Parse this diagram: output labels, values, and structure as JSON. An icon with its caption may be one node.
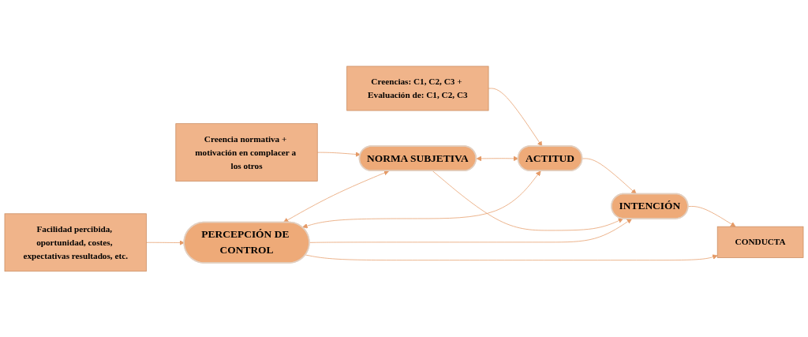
{
  "diagram": {
    "nodes": [
      {
        "text": [
          "Creencias: C1, C2, C3 + Evaluación de: C1, C2, C3"
        ]
      },
      {
        "text": [
          "Creencia normativa + motivación en complacer a los otros"
        ]
      },
      {
        "text": [
          "Facilidad percibida, oportunidad, costes, expectativas resultados, etc."
        ]
      },
      {
        "text": [
          "ACTITUD"
        ]
      },
      {
        "text": [
          "NORMA SUBJETIVA"
        ]
      },
      {
        "text": [
          "PERCEPCIÓN DE CONTROL"
        ]
      },
      {
        "text": [
          "INTENCIÓN"
        ]
      },
      {
        "text": [
          "CONDUCTA"
        ]
      }
    ],
    "edges": [
      {
        "from": 0,
        "to": 3,
        "arrow": "to"
      },
      {
        "from": 1,
        "to": 4,
        "arrow": "to"
      },
      {
        "from": 2,
        "to": 5,
        "arrow": "to"
      },
      {
        "from": 3,
        "to": 4,
        "arrow": "both"
      },
      {
        "from": 4,
        "to": 5,
        "arrow": "both"
      },
      {
        "from": 3,
        "to": 5,
        "arrow": "both"
      },
      {
        "from": 3,
        "to": 6,
        "arrow": "to"
      },
      {
        "from": 4,
        "to": 6,
        "arrow": "to"
      },
      {
        "from": 5,
        "to": 6,
        "arrow": "to"
      },
      {
        "from": 6,
        "to": 7,
        "arrow": "to"
      },
      {
        "from": 5,
        "to": 7,
        "arrow": "to"
      }
    ]
  }
}
